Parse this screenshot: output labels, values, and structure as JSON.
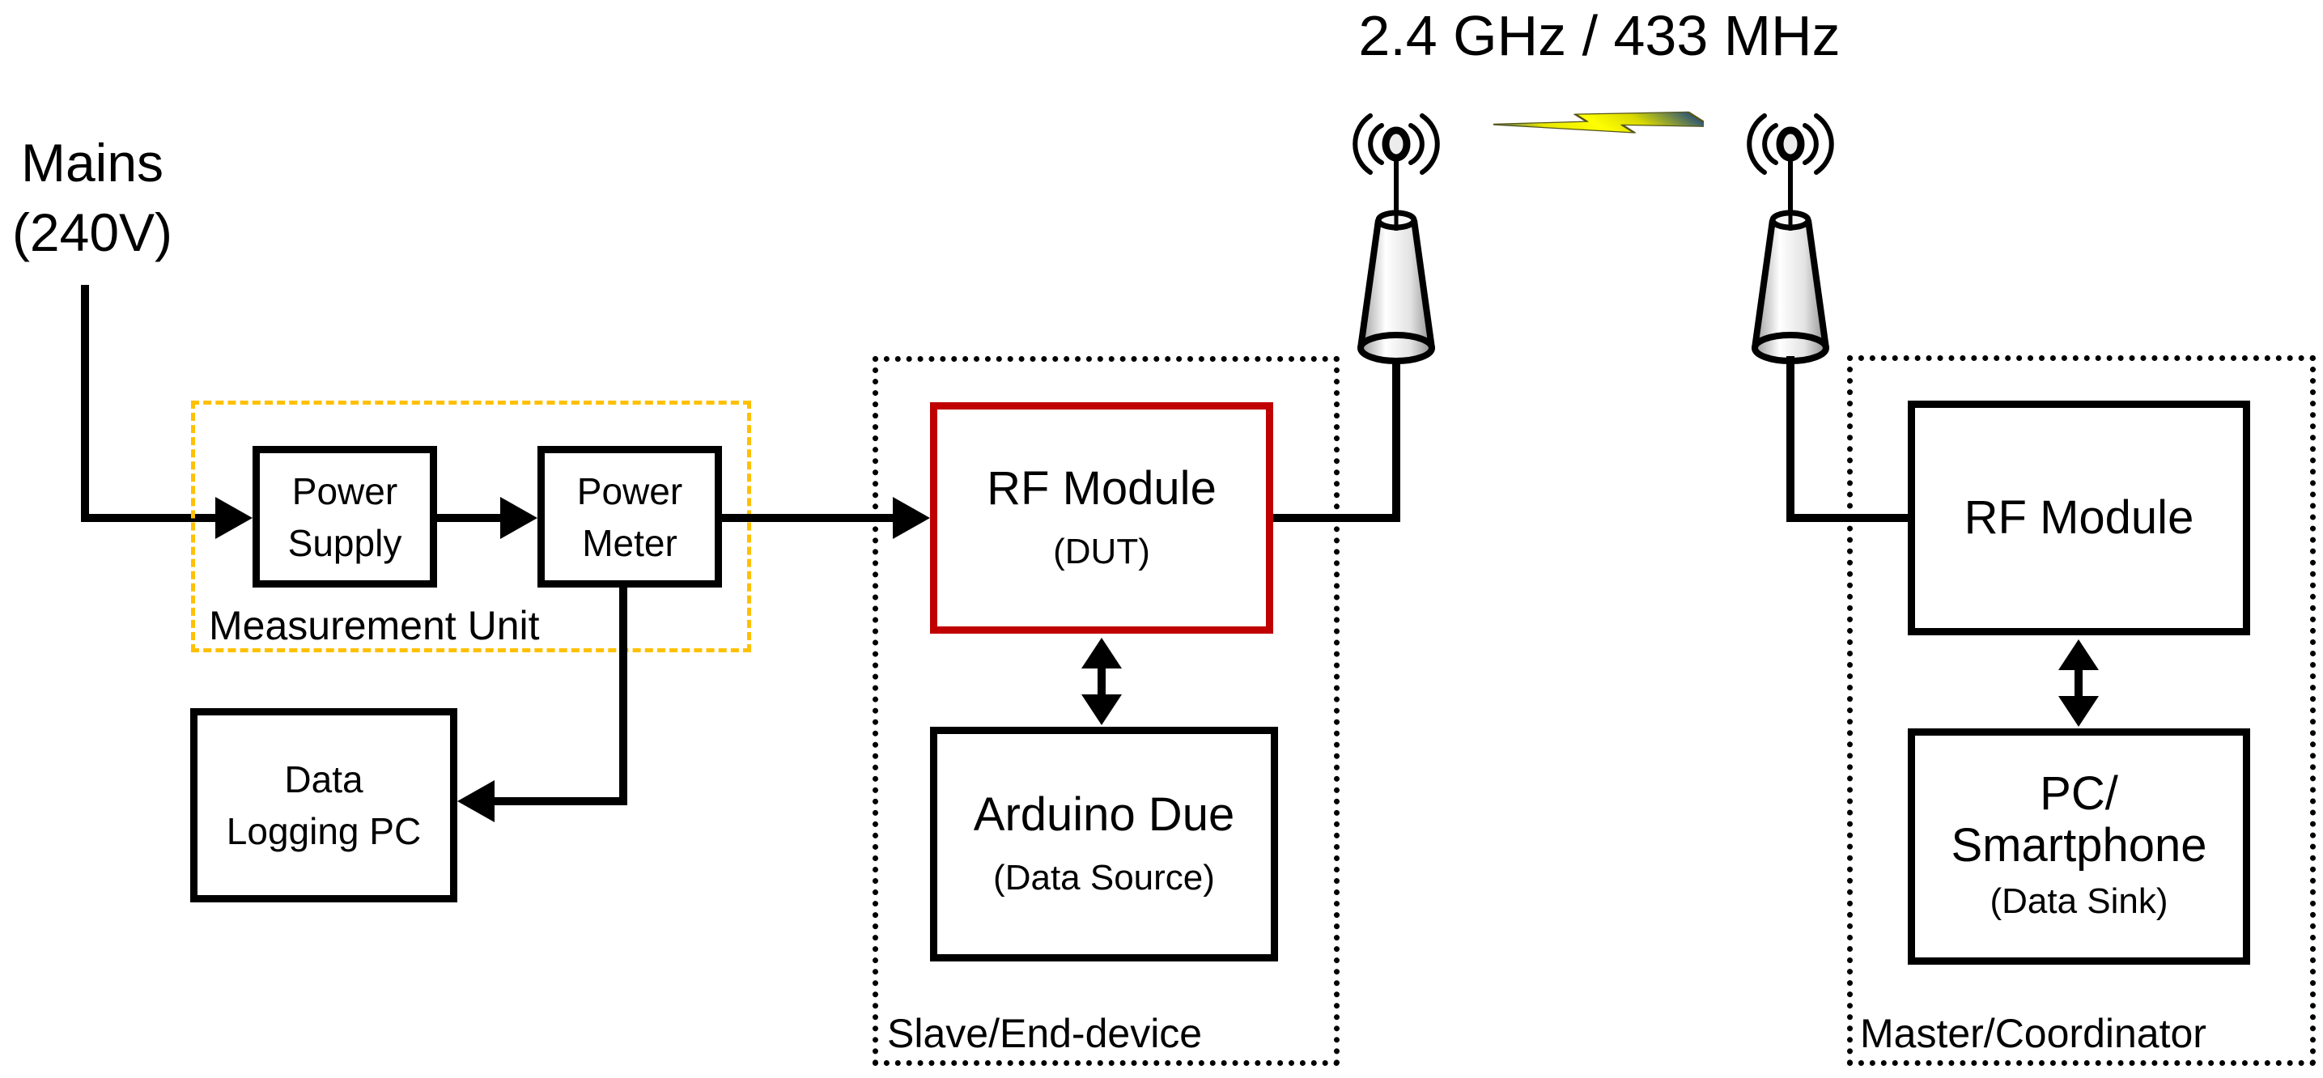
{
  "frequency_label": "2.4 GHz / 433 MHz",
  "mains": {
    "line1": "Mains",
    "line2": "(240V)"
  },
  "measurement_unit": {
    "label": "Measurement Unit",
    "power_supply": {
      "line1": "Power",
      "line2": "Supply"
    },
    "power_meter": {
      "line1": "Power",
      "line2": "Meter"
    }
  },
  "data_logging_pc": {
    "line1": "Data",
    "line2": "Logging PC"
  },
  "slave_group": {
    "label": "Slave/End-device",
    "rf_module": {
      "title": "RF Module",
      "subtitle": "(DUT)"
    },
    "arduino": {
      "title": "Arduino Due",
      "subtitle": "(Data Source)"
    }
  },
  "master_group": {
    "label": "Master/Coordinator",
    "rf_module": {
      "title": "RF Module"
    },
    "pc_smartphone": {
      "line1": "PC/",
      "line2": "Smartphone",
      "subtitle": "(Data Sink)"
    }
  },
  "icons": {
    "antenna_left": "antenna-icon",
    "antenna_right": "antenna-icon",
    "wireless_link": "lightning-bolt-icon"
  },
  "colors": {
    "dut_border": "#C00000",
    "measurement_unit_border": "#FFC000",
    "node_border": "#000000",
    "wire": "#000000",
    "bolt_yellow": "#FFFF00",
    "bolt_tip_blue": "#2E5577"
  }
}
